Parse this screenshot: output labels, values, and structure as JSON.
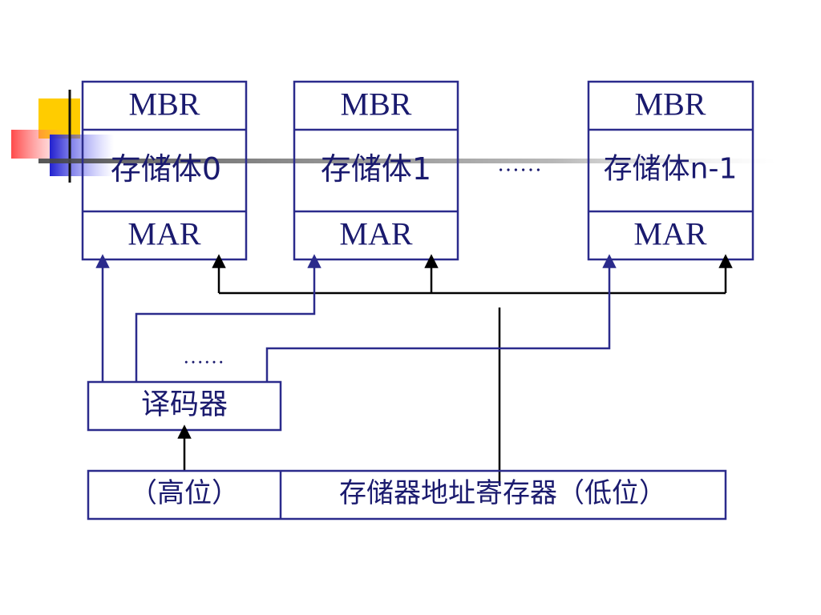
{
  "modules": [
    {
      "mbr": "MBR",
      "body": "存储体0",
      "mar": "MAR"
    },
    {
      "mbr": "MBR",
      "body": "存储体1",
      "mar": "MAR"
    },
    {
      "mbr": "MBR",
      "body": "存储体n-1",
      "mar": "MAR"
    }
  ],
  "ellipsis_top": "……",
  "ellipsis_mid": "……",
  "decoder": "译码器",
  "register": {
    "high": "（高位）",
    "low": "存储器地址寄存器（低位）"
  },
  "colors": {
    "box_stroke": "#2b2b8c",
    "bus": "#000000",
    "text": "#1a1a6e"
  }
}
